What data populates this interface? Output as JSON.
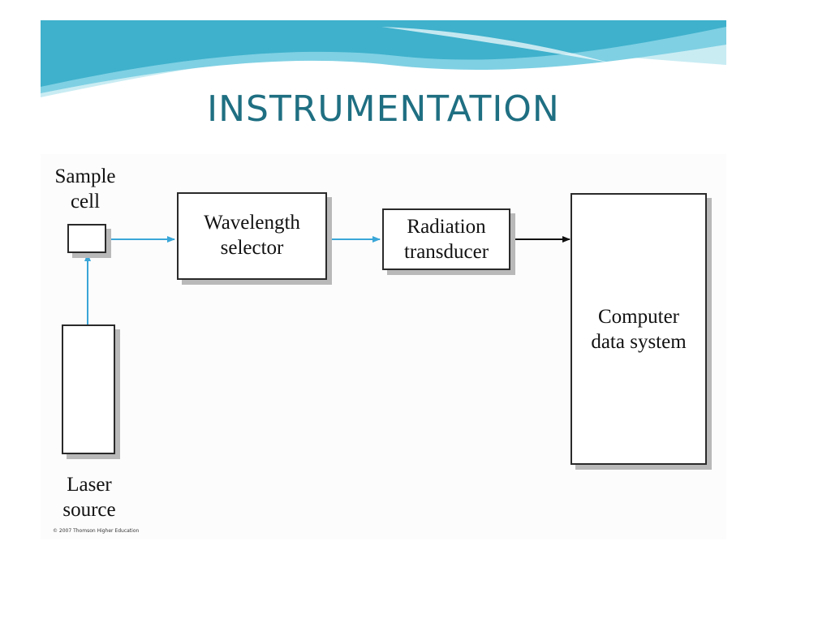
{
  "slide": {
    "title": "INSTRUMENTATION",
    "banner_colors": {
      "light": "#c9ecf3",
      "mid": "#7fd0e3",
      "deep": "#3fb1cc"
    },
    "title_color": "#1f6f82"
  },
  "diagram": {
    "components": {
      "sample_cell": {
        "label_line1": "Sample",
        "label_line2": "cell"
      },
      "wavelength_selector": {
        "label_line1": "Wavelength",
        "label_line2": "selector"
      },
      "radiation_transducer": {
        "label_line1": "Radiation",
        "label_line2": "transducer"
      },
      "computer_data_system": {
        "label_line1": "Computer",
        "label_line2": "data system"
      },
      "laser_source": {
        "label_line1": "Laser",
        "label_line2": "source"
      }
    },
    "connections": [
      {
        "from": "laser_source",
        "to": "sample_cell",
        "color": "#3aa6d8"
      },
      {
        "from": "sample_cell",
        "to": "wavelength_selector",
        "color": "#3aa6d8"
      },
      {
        "from": "wavelength_selector",
        "to": "radiation_transducer",
        "color": "#3aa6d8"
      },
      {
        "from": "radiation_transducer",
        "to": "computer_data_system",
        "color": "#111111"
      }
    ],
    "copyright": "© 2007 Thomson Higher Education"
  }
}
